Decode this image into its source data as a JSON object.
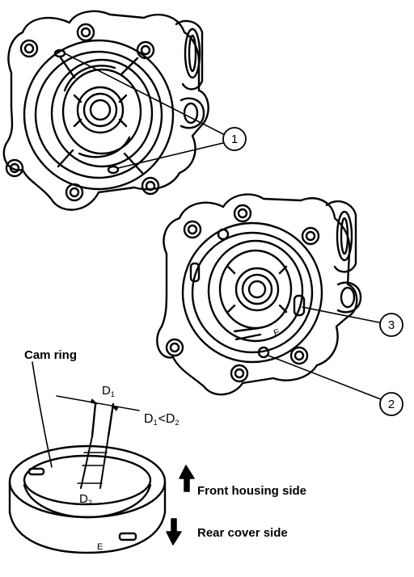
{
  "callouts": [
    "1",
    "2",
    "3"
  ],
  "cam_ring": {
    "title": "Cam ring",
    "d1_label": "D",
    "d1_sub": "1",
    "d2_label": "D",
    "d2_sub": "2",
    "relation_left": "D",
    "relation_left_sub": "1",
    "relation_op": "<",
    "relation_right": "D",
    "relation_right_sub": "2",
    "mark": "E"
  },
  "pump_mark": "E",
  "directions": {
    "up": "Front housing side",
    "down": "Rear cover side"
  }
}
